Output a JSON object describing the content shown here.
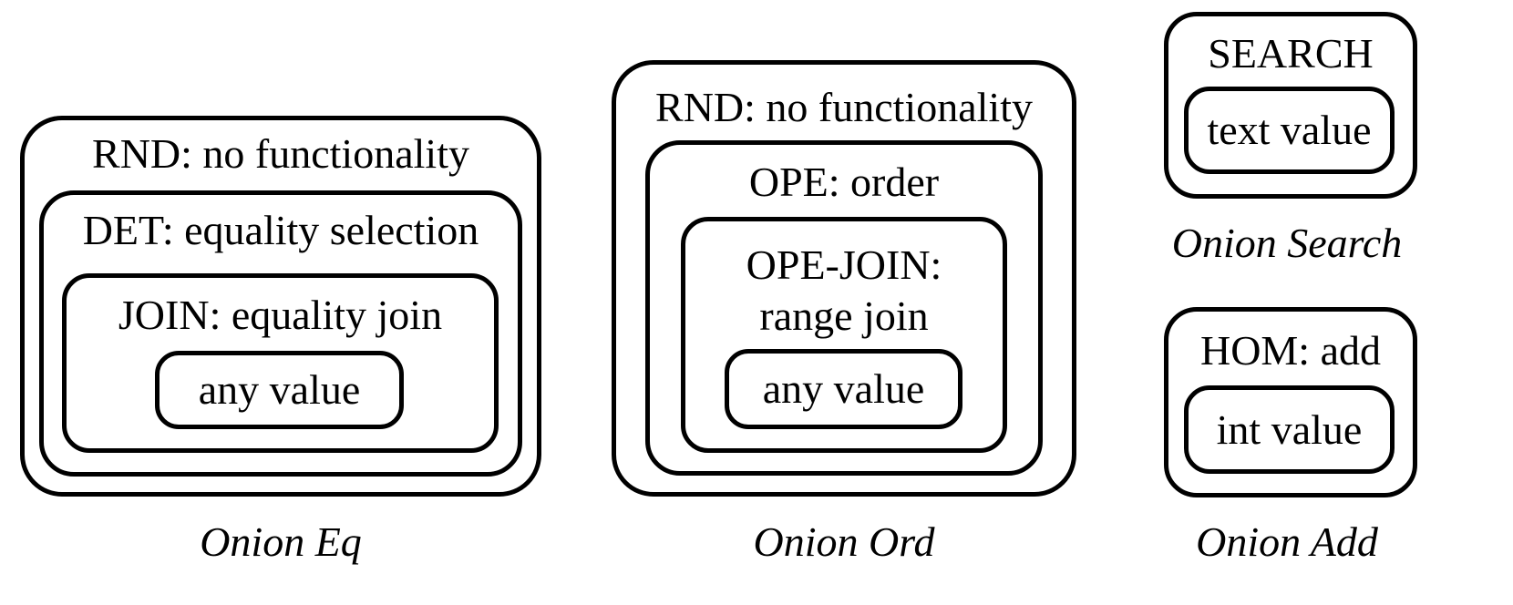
{
  "onion_eq": {
    "caption": "Onion Eq",
    "layers": [
      "RND: no functionality",
      "DET: equality selection",
      "JOIN: equality join",
      "any value"
    ]
  },
  "onion_ord": {
    "caption": "Onion Ord",
    "layers": [
      "RND: no functionality",
      "OPE: order",
      "OPE-JOIN:",
      "range join",
      "any value"
    ]
  },
  "onion_search": {
    "caption": "Onion Search",
    "layers": [
      "SEARCH",
      "text value"
    ]
  },
  "onion_add": {
    "caption": "Onion Add",
    "layers": [
      "HOM: add",
      "int value"
    ]
  }
}
